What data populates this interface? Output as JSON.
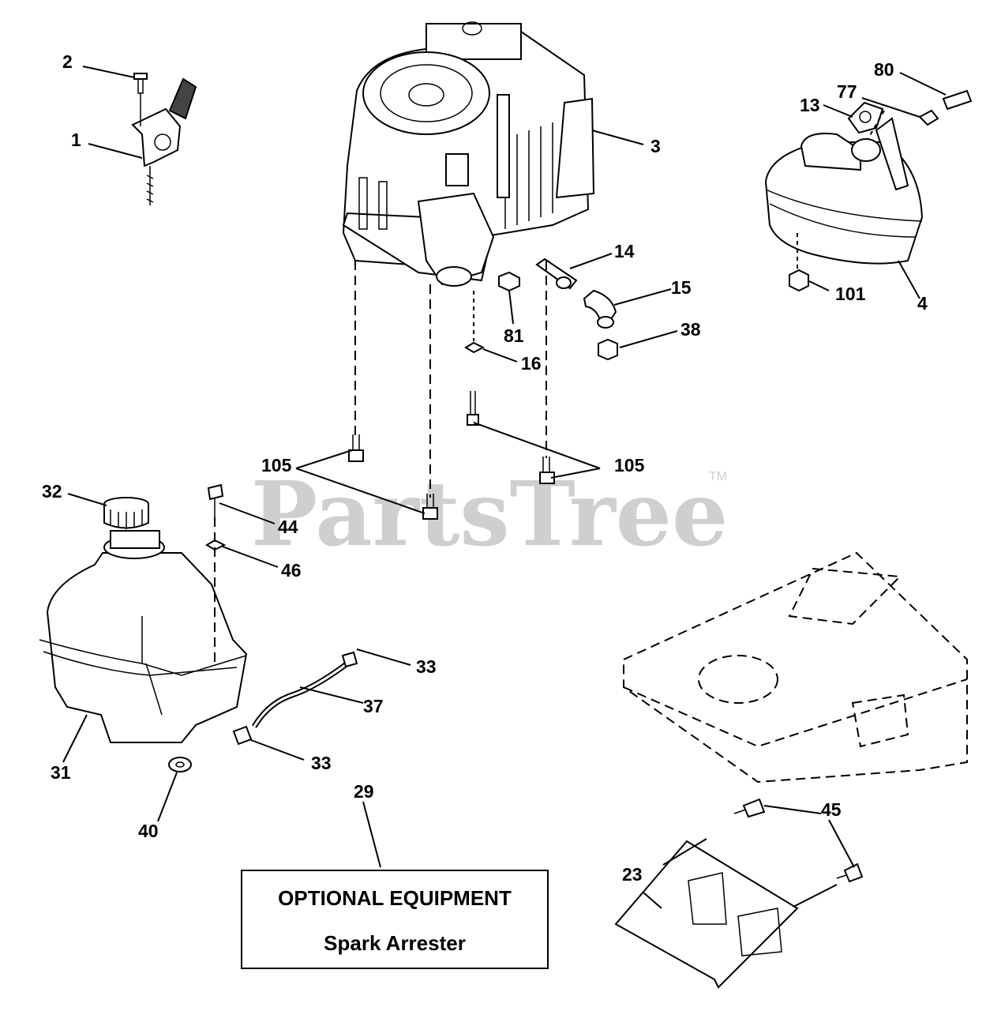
{
  "watermark": {
    "text": "PartsTree",
    "tm": "TM"
  },
  "callouts": {
    "c1": "1",
    "c2": "2",
    "c3": "3",
    "c4": "4",
    "c13": "13",
    "c14": "14",
    "c15": "15",
    "c16": "16",
    "c23": "23",
    "c29": "29",
    "c31": "31",
    "c32": "32",
    "c33a": "33",
    "c33b": "33",
    "c37": "37",
    "c38": "38",
    "c40": "40",
    "c44": "44",
    "c45": "45",
    "c46": "46",
    "c77": "77",
    "c80": "80",
    "c81": "81",
    "c101": "101",
    "c105a": "105",
    "c105b": "105"
  },
  "optional_box": {
    "title": "OPTIONAL EQUIPMENT",
    "subtitle": "Spark Arrester"
  }
}
